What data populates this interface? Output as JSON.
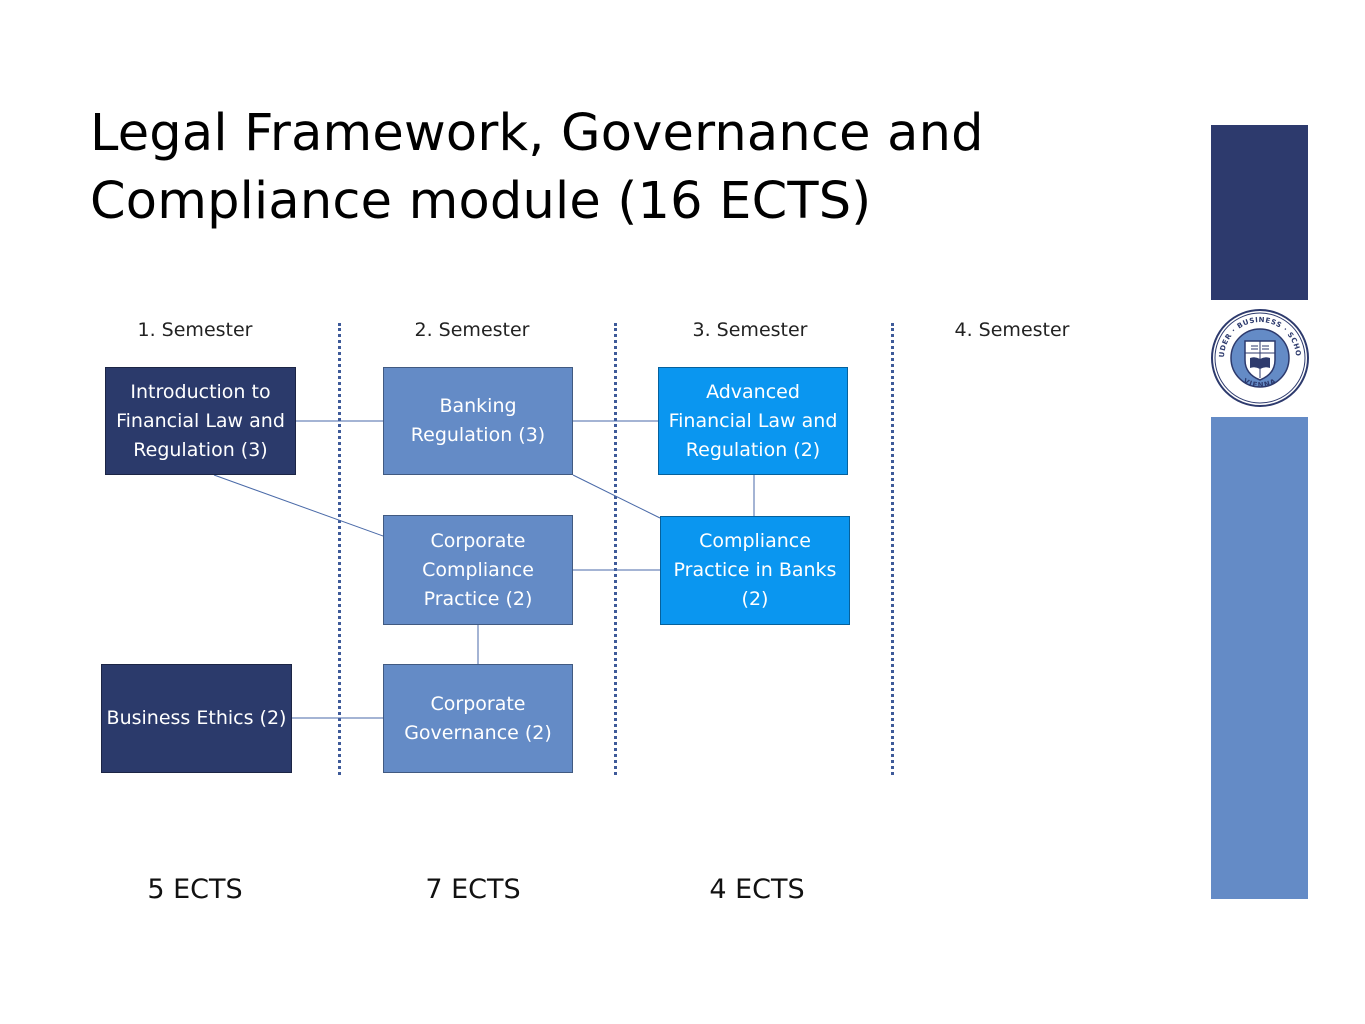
{
  "title": "Legal Framework, Governance and Compliance module (16 ECTS)",
  "semesters": [
    "1. Semester",
    "2. Semester",
    "3. Semester",
    "4. Semester"
  ],
  "courses": {
    "intro_financial_law": "Introduction to\nFinancial Law and\nRegulation (3)",
    "business_ethics": "Business Ethics (2)",
    "banking_regulation": "Banking\nRegulation (3)",
    "corporate_compliance_practice": "Corporate\nCompliance\nPractice (2)",
    "corporate_governance": "Corporate\nGovernance (2)",
    "advanced_financial_law": "Advanced\nFinancial Law and\nRegulation (2)",
    "compliance_practice_banks": "Compliance\nPractice in Banks\n(2)"
  },
  "ects_totals": [
    "5 ECTS",
    "7 ECTS",
    "4 ECTS"
  ],
  "logo": {
    "ring_text_top": "LAUDER · BUSINESS · SCHOOL",
    "ring_text_bottom": "VIENNA"
  },
  "colors": {
    "dark_navy": "#2b3a6b",
    "mid_blue": "#648bc6",
    "bright_blue": "#0a96f0",
    "connector": "#4a6aa8"
  }
}
